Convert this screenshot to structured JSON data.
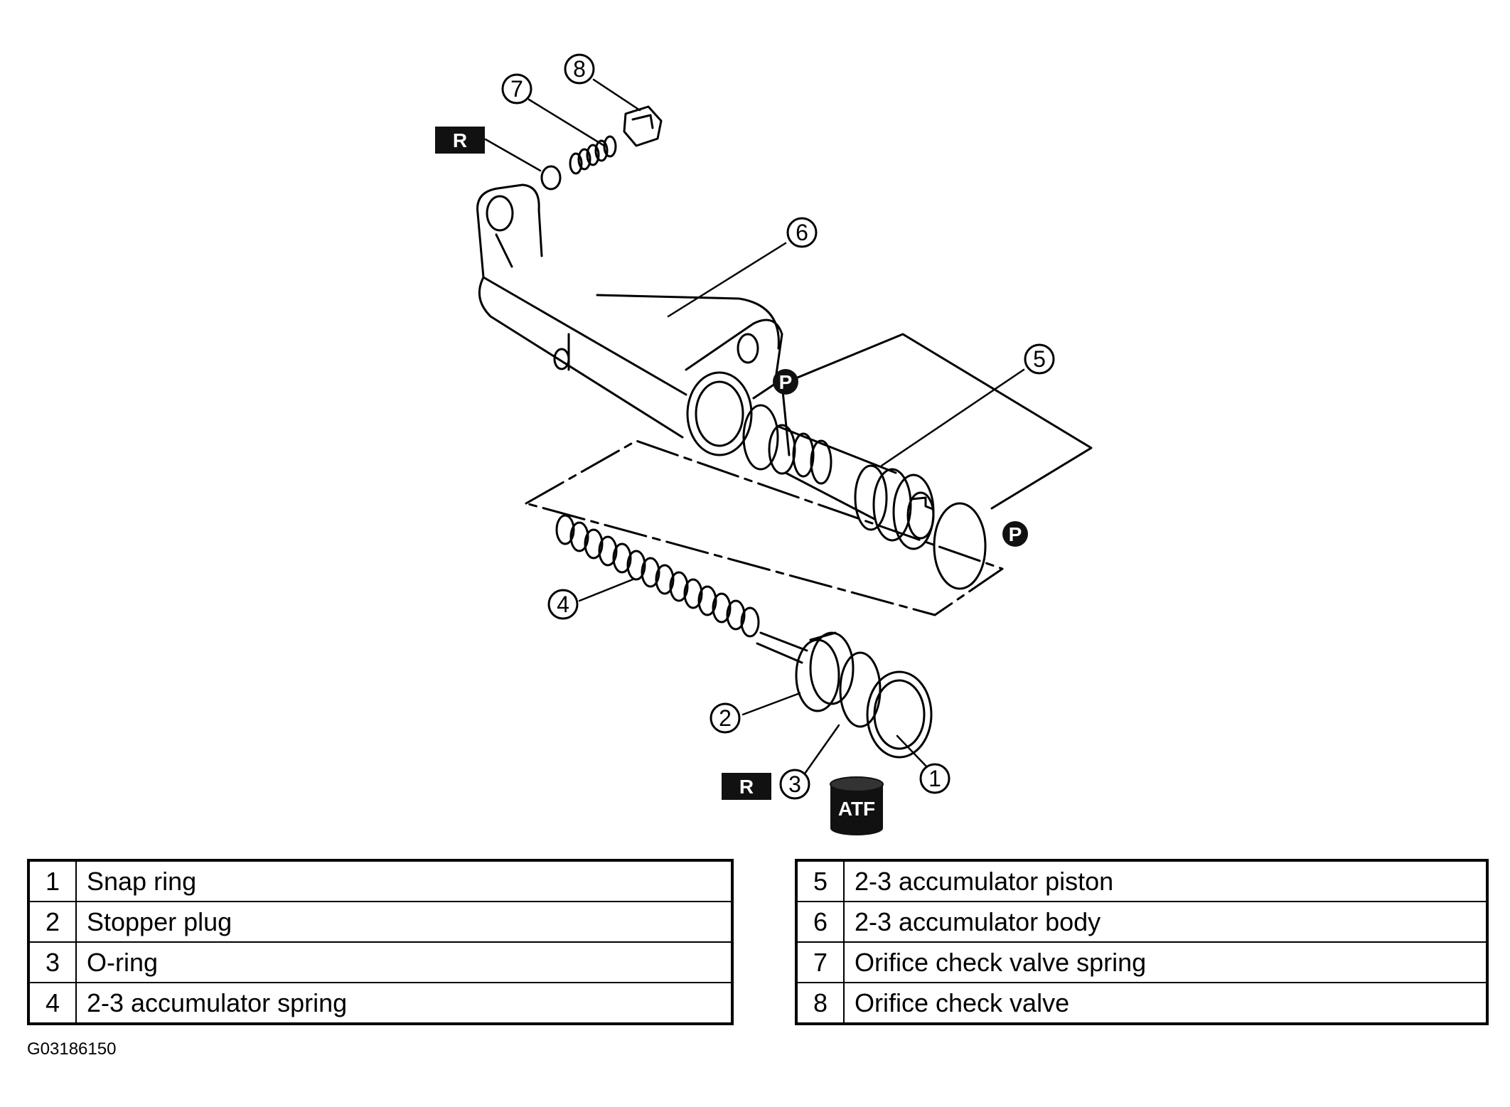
{
  "diagram": {
    "callouts": [
      {
        "number": "1"
      },
      {
        "number": "2"
      },
      {
        "number": "3"
      },
      {
        "number": "4"
      },
      {
        "number": "5"
      },
      {
        "number": "6"
      },
      {
        "number": "7"
      },
      {
        "number": "8"
      }
    ],
    "badges": {
      "replace": "R",
      "petroleum_jelly": "P",
      "fluid": "ATF"
    },
    "colors": {
      "ink": "#000000",
      "paper": "#ffffff",
      "badge_fill": "#111111"
    }
  },
  "parts_table": {
    "left": [
      {
        "number": "1",
        "name": "Snap ring"
      },
      {
        "number": "2",
        "name": "Stopper plug"
      },
      {
        "number": "3",
        "name": "O-ring"
      },
      {
        "number": "4",
        "name": "2-3 accumulator spring"
      }
    ],
    "right": [
      {
        "number": "5",
        "name": "2-3 accumulator piston"
      },
      {
        "number": "6",
        "name": "2-3 accumulator body"
      },
      {
        "number": "7",
        "name": "Orifice check valve spring"
      },
      {
        "number": "8",
        "name": "Orifice check valve"
      }
    ]
  },
  "figure_id": "G03186150"
}
